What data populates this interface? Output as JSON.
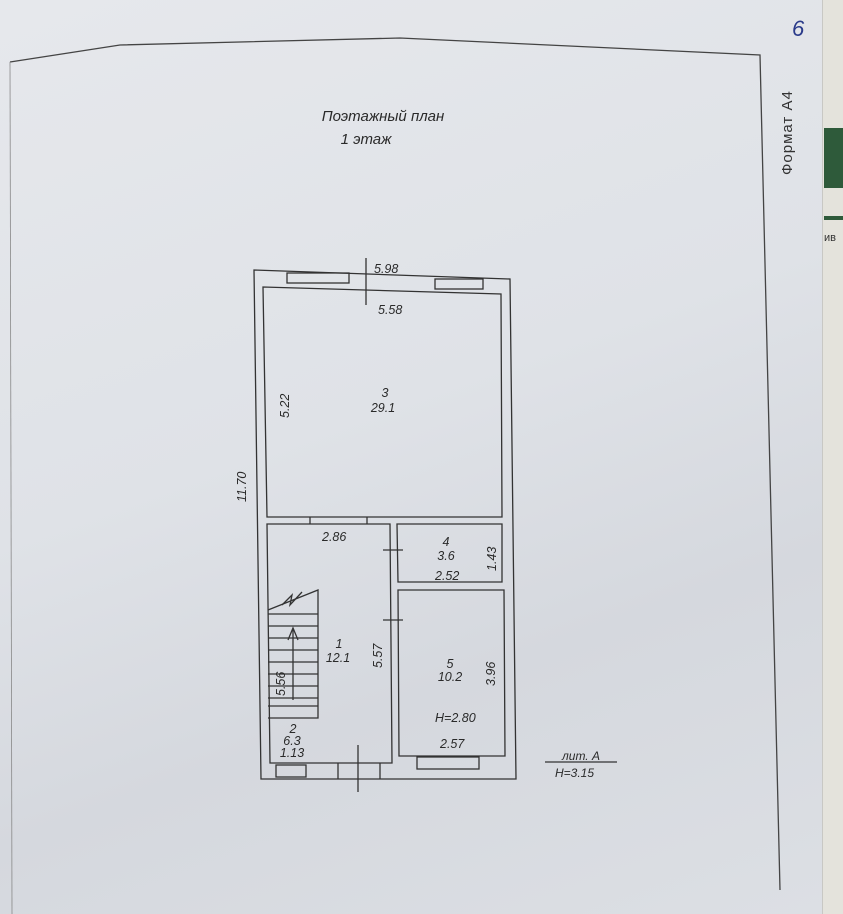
{
  "sheet": {
    "page_number": "6",
    "format_label": "Формат А4",
    "side_fragment": "ив"
  },
  "title": {
    "line1": "Поэтажный план",
    "line2": "1 этаж"
  },
  "plan": {
    "outer_width": "5.98",
    "outer_length": "11.70",
    "rooms": [
      {
        "number": "3",
        "area": "29.1",
        "width": "5.58",
        "length": "5.22"
      },
      {
        "number": "1",
        "area": "12.1",
        "width": "2.86",
        "length": "5.57"
      },
      {
        "number": "4",
        "area": "3.6",
        "width": "2.52",
        "length": "1.43"
      },
      {
        "number": "5",
        "area": "10.2",
        "width": "2.57",
        "length": "3.96",
        "height": "H=2.80"
      },
      {
        "number": "2",
        "area": "6.3",
        "width": "1.13",
        "length": "5.56"
      }
    ]
  },
  "legend": {
    "litera": "лит. А",
    "height": "H=3.15"
  }
}
